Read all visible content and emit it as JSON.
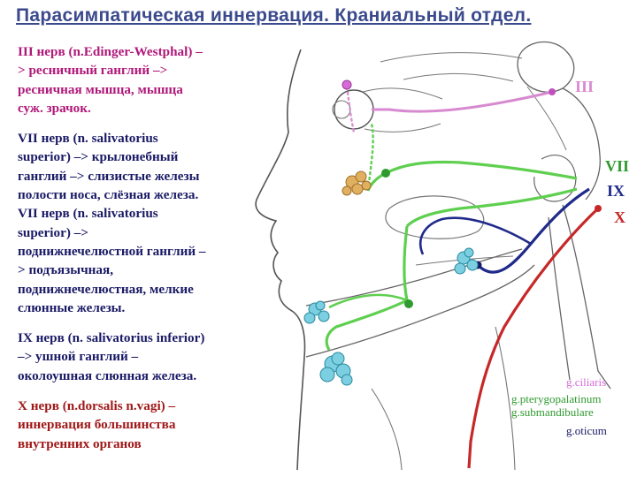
{
  "title": "Парасимпатическая иннервация. Краниальный отдел.",
  "paragraphs": [
    {
      "lines": [
        "III нерв (n.Edinger-Westphal) –",
        "> ресничный ганглий –>",
        "ресничная мышца, мышца",
        "суж. зрачок."
      ]
    },
    {
      "lines": [
        "VII нерв (n. salivatorius",
        "superior) –> крылонебный",
        "ганглий –> слизистые железы",
        "полости носа, слёзная железа.",
        "VII нерв (n. salivatorius",
        "superior) –>",
        "поднижнечелюстной ганглий –",
        "> подъязычная,",
        "поднижнечелюстная, мелкие",
        "слюнные железы."
      ]
    },
    {
      "lines": [
        "IX нерв (n. salivatorius inferior)",
        "–> ушной ганглий –",
        "околоушная слюнная железа."
      ]
    },
    {
      "lines": [
        "X нерв (n.dorsalis n.vagi) –",
        "иннервация большинства",
        "внутренних органов"
      ]
    }
  ],
  "nerve_labels": {
    "III": "III",
    "VII": "VII",
    "IX": "IX",
    "X": "X"
  },
  "legend": {
    "ciliaris": "g.ciliaris",
    "pterygopalatinum": "g.pterygopalatinum",
    "submandibulare": "g.submandibulare",
    "oticum": "g.oticum"
  },
  "colors": {
    "title": "#3b4a8c",
    "nerve_III": "#d88ad0",
    "nerve_VII": "#5fcf4f",
    "nerve_IX": "#1f2a8a",
    "nerve_X": "#c62828",
    "ciliaris": "#d66ad6",
    "pterygopalatinum": "#2f9a2f",
    "submandibulare": "#2f9a2f",
    "oticum": "#1a1a66"
  }
}
